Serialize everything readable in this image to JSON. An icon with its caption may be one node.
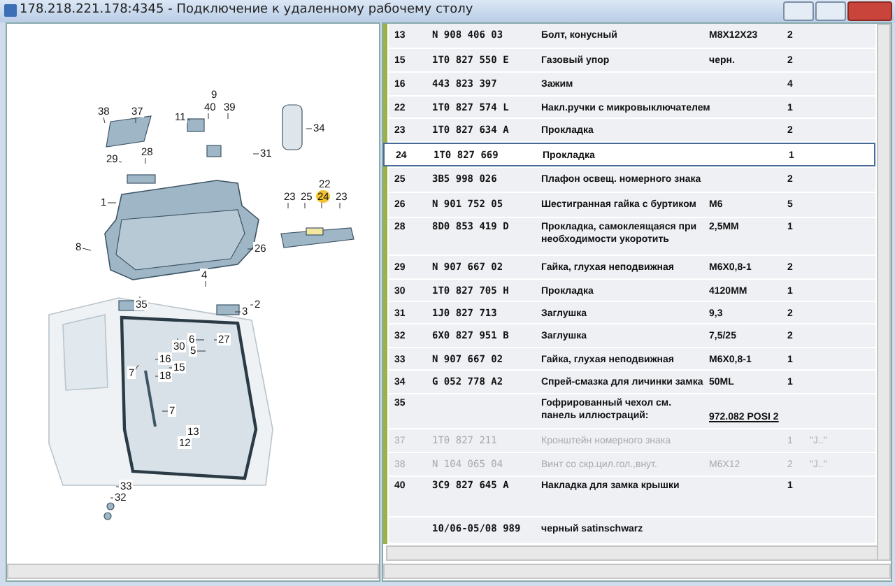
{
  "diagram": {
    "title": "178.218.221.178:4345 - Подключение к удаленному рабочему столу",
    "labels": [
      "9",
      "40",
      "39",
      "38",
      "37",
      "11",
      "34",
      "28",
      "31",
      "29",
      "22",
      "23",
      "25",
      "24",
      "23",
      "1",
      "8",
      "26",
      "4",
      "35",
      "2",
      "3",
      "6",
      "27",
      "30",
      "5",
      "16",
      "15",
      "7",
      "18",
      "7",
      "13",
      "12",
      "33",
      "32",
      "13",
      "N 908 406 03",
      "Болт, конусный",
      "M8X12X23",
      "2",
      "15",
      "1T0 827 550 E",
      "Газовый упор",
      "черн.",
      "2",
      "16",
      "443 823 397",
      "Зажим",
      "4",
      "22",
      "1T0 827 574 L",
      "Накл.ручки с микровыключателем",
      "1",
      "23",
      "1T0 827 634 A",
      "Прокладка",
      "2",
      "24",
      "1T0 827 669",
      "Прокладка",
      "1",
      "25",
      "3B5 998 026",
      "Плафон освещ. номерного знака",
      "2",
      "26",
      "N 901 752 05",
      "Шестигранная гайка с буртиком",
      "M6",
      "5",
      "28",
      "8D0 853 419 D",
      "Прокладка, самоклеящаяся при необходимости укоротить",
      "2,5MM",
      "1",
      "29",
      "N 907 667 02",
      "Гайка, глухая неподвижная",
      "M6X0,8-1",
      "2",
      "30",
      "1T0 827 705 H",
      "Прокладка",
      "4120MM",
      "1",
      "31",
      "1J0 827 713",
      "Заглушка",
      "9,3",
      "2",
      "32",
      "6X0 827 951 B",
      "Заглушка",
      "7,5/25",
      "2",
      "33",
      "N 907 667 02",
      "Гайка, глухая неподвижная",
      "M6X0,8-1",
      "1",
      "34",
      "G 052 778 A2",
      "Спрей-смазка для личинки замка",
      "50ML",
      "1",
      "35",
      "Гофрированный чехол см. панель иллюстраций:",
      "972.082 POSI 2",
      "37",
      "1T0 827 211",
      "Кронштейн номерного знака",
      "1",
      "\"J..\"",
      "38",
      "N 104 065 04",
      "Винт со скр.цил.гол.,внут.",
      "M6X12",
      "2",
      "\"J..\"",
      "40",
      "3C9 827 645 A",
      "Накладка для замка крышки",
      "1",
      "10/06-05/08 989",
      "черный satinschwarz"
    ]
  }
}
